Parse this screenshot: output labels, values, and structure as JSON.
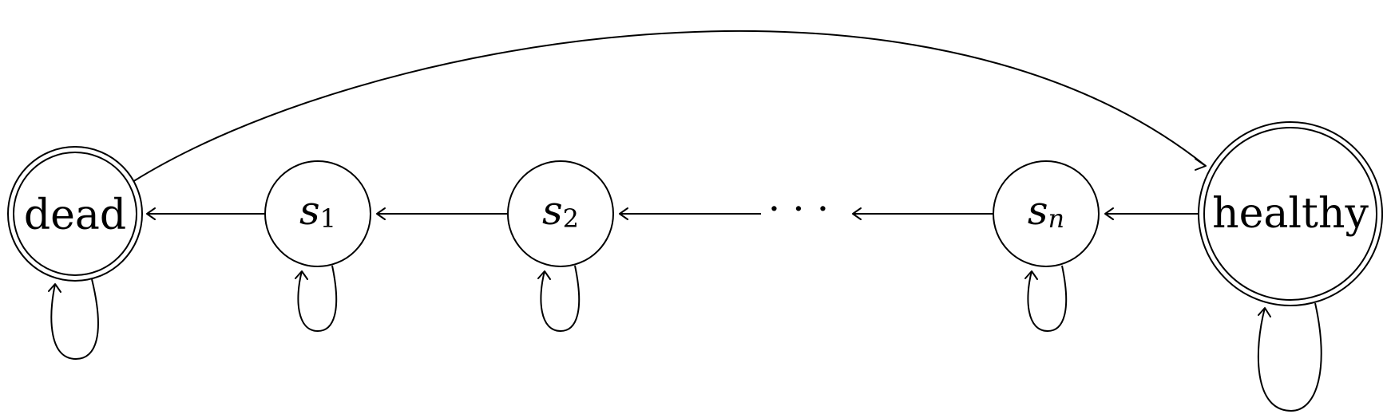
{
  "diagram": {
    "nodes": [
      {
        "id": "dead",
        "label": "dead",
        "subscript": "",
        "accepting": true
      },
      {
        "id": "s1",
        "label": "s",
        "subscript": "1",
        "accepting": false
      },
      {
        "id": "s2",
        "label": "s",
        "subscript": "2",
        "accepting": false
      },
      {
        "id": "ellipsis",
        "label": "· · ·",
        "subscript": "",
        "accepting": false
      },
      {
        "id": "sn",
        "label": "s",
        "subscript": "n",
        "accepting": false
      },
      {
        "id": "healthy",
        "label": "healthy",
        "subscript": "",
        "accepting": true
      }
    ],
    "edges": [
      {
        "from": "s1",
        "to": "dead"
      },
      {
        "from": "s2",
        "to": "s1"
      },
      {
        "from": "ellipsis",
        "to": "s2"
      },
      {
        "from": "sn",
        "to": "ellipsis"
      },
      {
        "from": "healthy",
        "to": "sn"
      },
      {
        "from": "dead",
        "to": "healthy"
      },
      {
        "from": "dead",
        "to": "dead"
      },
      {
        "from": "s1",
        "to": "s1"
      },
      {
        "from": "s2",
        "to": "s2"
      },
      {
        "from": "sn",
        "to": "sn"
      },
      {
        "from": "healthy",
        "to": "healthy"
      }
    ]
  }
}
